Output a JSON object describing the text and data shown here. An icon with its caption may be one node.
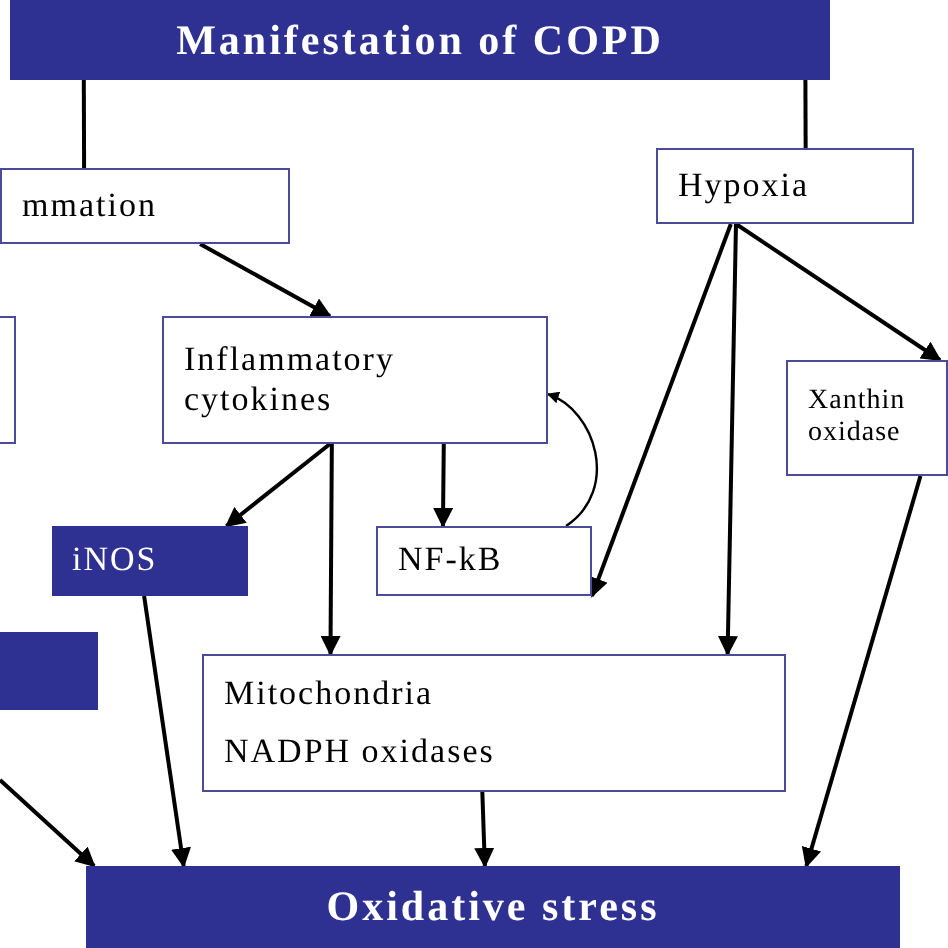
{
  "diagram": {
    "nodes": [
      {
        "text": [
          "Manifestation of COPD"
        ]
      },
      {
        "text": [
          "mmation"
        ]
      },
      {
        "text": [
          "Hypoxia"
        ]
      },
      {
        "text": [],
        "shape": "box"
      },
      {
        "text": [
          "Inflammatory cytokines"
        ]
      },
      {
        "text": [
          "Xanthin oxidase"
        ]
      },
      {
        "text": [
          "iNOS"
        ]
      },
      {
        "text": [
          "NF-kB"
        ]
      },
      {
        "text": [],
        "shape": "box"
      },
      {
        "text": [
          "Mitochondria",
          "NADPH oxidases"
        ]
      },
      {
        "text": [
          "Oxidative stress"
        ]
      }
    ],
    "edges": [
      {
        "from": 0,
        "to": 1,
        "arrow": "none"
      },
      {
        "from": 0,
        "to": 2,
        "arrow": "none"
      },
      {
        "from": 1,
        "to": 4,
        "arrow": "to"
      },
      {
        "from": 2,
        "to": 5,
        "arrow": "to"
      },
      {
        "from": 2,
        "to": 7,
        "arrow": "to"
      },
      {
        "from": 2,
        "to": 9,
        "arrow": "to"
      },
      {
        "from": 4,
        "to": 6,
        "arrow": "to"
      },
      {
        "from": 4,
        "to": 9,
        "arrow": "to"
      },
      {
        "from": 4,
        "to": 7,
        "arrow": "to"
      },
      {
        "from": 7,
        "to": 4,
        "arrow": "to"
      },
      {
        "from": 6,
        "to": 10,
        "arrow": "to"
      },
      {
        "from": null,
        "to": 10,
        "arrow": "to"
      },
      {
        "from": 9,
        "to": 10,
        "arrow": "to"
      },
      {
        "from": 5,
        "to": 10,
        "arrow": "to"
      }
    ]
  }
}
